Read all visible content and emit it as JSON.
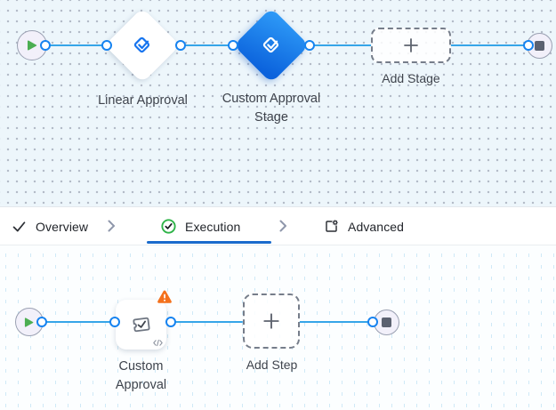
{
  "tab_bar": {
    "tabs": [
      {
        "label": "Overview",
        "icon": "check-icon",
        "active": false
      },
      {
        "label": "Execution",
        "icon": "check-circle-icon",
        "active": true
      },
      {
        "label": "Advanced",
        "icon": "panel-gear-icon",
        "active": false
      }
    ]
  },
  "stage_flow": {
    "nodes": [
      {
        "type": "start"
      },
      {
        "type": "stage",
        "label": "Linear Approval",
        "selected": false
      },
      {
        "type": "stage",
        "label": "Custom Approval Stage",
        "selected": true
      },
      {
        "type": "add-button",
        "label": "Add Stage"
      },
      {
        "type": "end"
      }
    ]
  },
  "step_flow": {
    "nodes": [
      {
        "type": "start"
      },
      {
        "type": "step",
        "label": "Custom Approval",
        "warning": true,
        "code_badge": true
      },
      {
        "type": "add-button",
        "label": "Add Step"
      },
      {
        "type": "end"
      }
    ]
  },
  "colors": {
    "selected_stage_blue": "#0b62dc",
    "connector_line": "#36a5e8",
    "connector_dot_border": "#1683f0",
    "active_tab_underline": "#1a6bcc",
    "warning_orange": "#f4711c",
    "start_green": "#4cae52",
    "canvas_top_bg": "#edf6fb",
    "canvas_bottom_bg": "#fcfeff"
  }
}
